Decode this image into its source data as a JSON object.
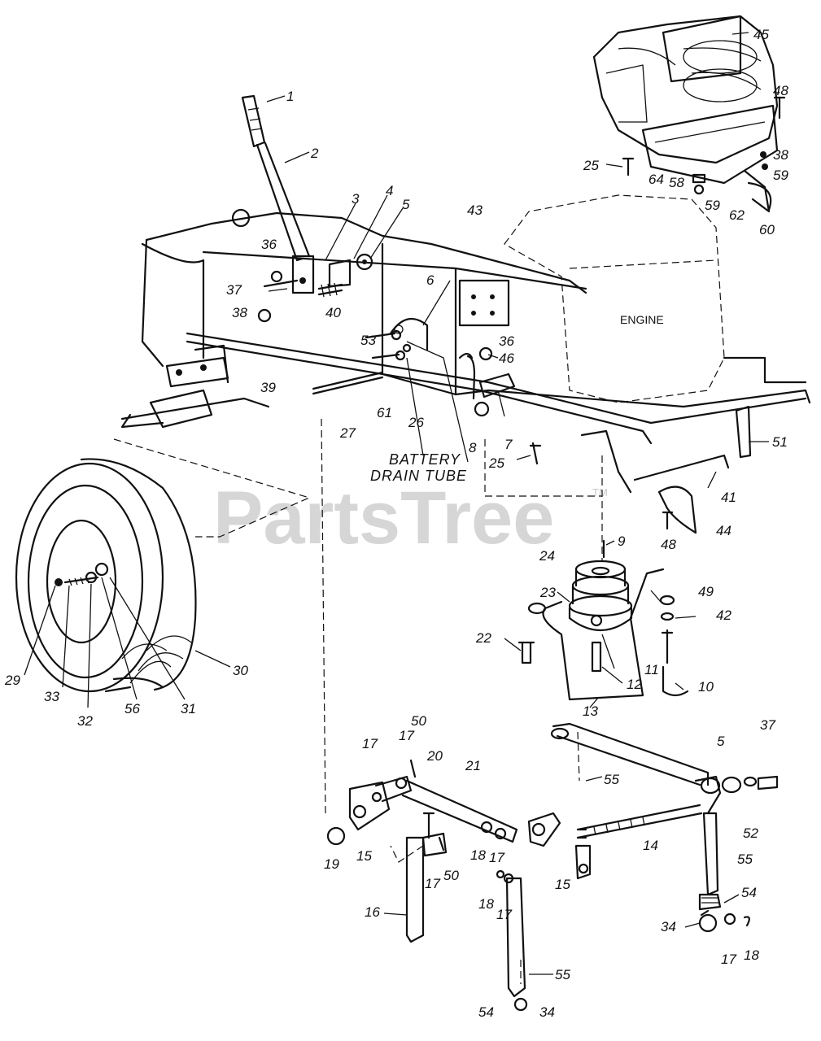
{
  "watermark": {
    "brand": "PartsTree",
    "tm": "TM"
  },
  "labels": {
    "engine": "ENGINE",
    "battery": "BATTERY",
    "drain_tube": "DRAIN TUBE"
  },
  "callouts": [
    "1",
    "2",
    "3",
    "4",
    "5",
    "36",
    "37",
    "38",
    "40",
    "6",
    "43",
    "53",
    "36",
    "46",
    "39",
    "61",
    "26",
    "27",
    "8",
    "7",
    "25",
    "45",
    "48",
    "38",
    "25",
    "64",
    "58",
    "59",
    "59",
    "62",
    "60",
    "51",
    "41",
    "44",
    "48",
    "9",
    "24",
    "49",
    "42",
    "23",
    "22",
    "11",
    "12",
    "10",
    "13",
    "29",
    "33",
    "32",
    "56",
    "31",
    "30",
    "50",
    "17",
    "20",
    "21",
    "17",
    "19",
    "15",
    "16",
    "17",
    "50",
    "18",
    "17",
    "18",
    "17",
    "15",
    "55",
    "54",
    "34",
    "55",
    "14",
    "5",
    "37",
    "52",
    "55",
    "54",
    "34",
    "17",
    "18"
  ]
}
